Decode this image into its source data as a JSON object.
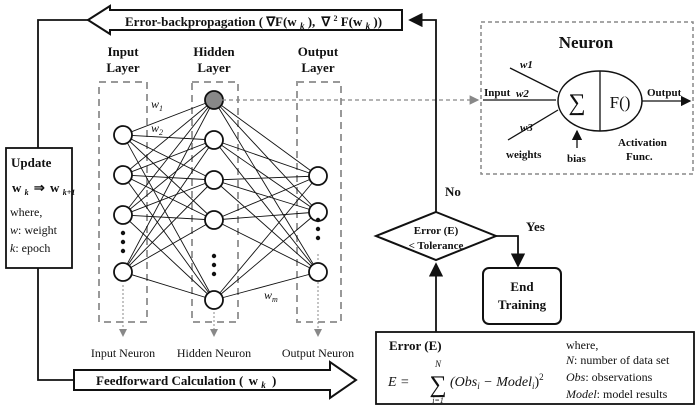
{
  "top_arrow": {
    "label": "Error-backpropagation (",
    "grad1": "∇F(w",
    "k_sub": "k",
    "close_sep": "),",
    "grad2": "∇",
    "sup2": "2",
    "grad2b": "F(w",
    "close_end": "))"
  },
  "bottom_arrow": {
    "label": "Feedforward Calculation (",
    "w": "w",
    "k_sub": "k",
    "close": ")"
  },
  "layers": {
    "input": [
      "Input",
      "Layer"
    ],
    "hidden": [
      "Hidden",
      "Layer"
    ],
    "output": [
      "Output",
      "Layer"
    ],
    "input_caption": "Input Neuron",
    "hidden_caption": "Hidden Neuron",
    "output_caption": "Output Neuron"
  },
  "weights": {
    "w1": "w",
    "w1_sub": "1",
    "w2": "w",
    "w2_sub": "2",
    "wm": "w",
    "wm_sub": "m"
  },
  "update": {
    "title": "Update",
    "rule_lhs": "w",
    "rule_lhs_sub": "k",
    "arrow": "⇒",
    "rule_rhs": "w",
    "rule_rhs_sub": "k+1",
    "where": "where,",
    "w_key": "w",
    "w_val": ": weight",
    "k_key": "k",
    "k_val": ": epoch"
  },
  "neuron": {
    "title": "Neuron",
    "w1": "w1",
    "w2": "w2",
    "w3": "w3",
    "input": "Input",
    "weights": "weights",
    "bias": "bias",
    "sum": "∑",
    "func": "F()",
    "output": "Output",
    "activation": [
      "Activation",
      "Func."
    ]
  },
  "decision": {
    "line1": "Error  (E)",
    "line2": "< Tolerance",
    "no": "No",
    "yes": "Yes"
  },
  "end": {
    "line1": "End",
    "line2": "Training"
  },
  "error_box": {
    "title": "Error (E)",
    "formula_E": "E =",
    "sum": "∑",
    "upper": "N",
    "lower": "i=1",
    "body": "(Obs",
    "minus": " − Model",
    "tail": ")",
    "sup": "2",
    "i_sub": "i",
    "where": "where,",
    "N_key": "N",
    "N_val": ": number of data set",
    "obs_key": "Obs",
    "obs_val": ": observations",
    "model_key": "Model",
    "model_val": ": model results"
  },
  "colors": {
    "ink": "#111111",
    "dashed_box": "#999999",
    "hidden_top_node": "#888888",
    "neuron_box": "#888888"
  }
}
